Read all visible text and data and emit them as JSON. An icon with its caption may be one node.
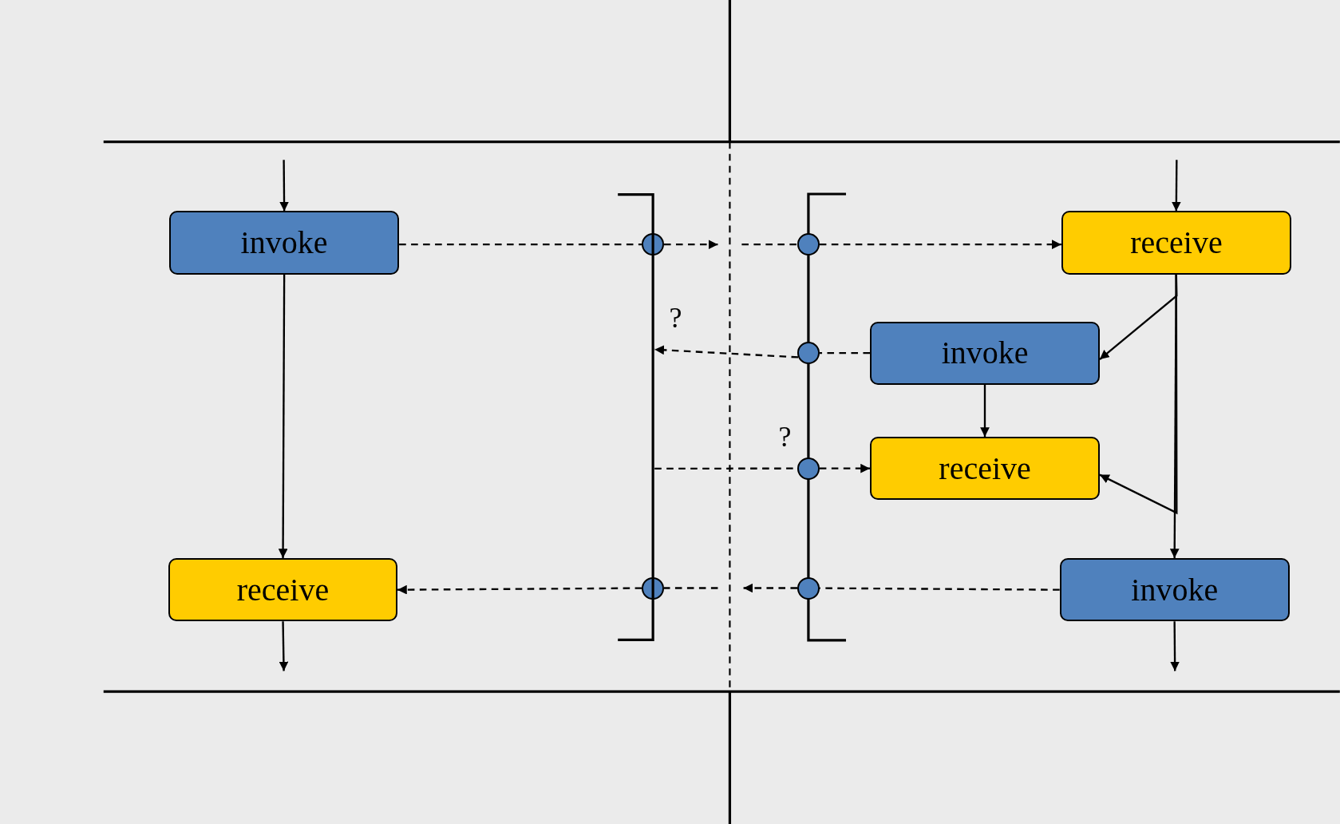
{
  "diagram": {
    "nodes": [
      {
        "text": [
          "invoke"
        ]
      },
      {
        "text": [
          "receive"
        ]
      },
      {
        "text": [
          "receive"
        ]
      },
      {
        "text": [
          "invoke"
        ]
      },
      {
        "text": [
          "receive"
        ]
      },
      {
        "text": [
          "invoke"
        ]
      },
      {
        "text": [],
        "shape": "circle"
      },
      {
        "text": [],
        "shape": "circle"
      },
      {
        "text": [],
        "shape": "circle"
      },
      {
        "text": [],
        "shape": "circle"
      },
      {
        "text": [],
        "shape": "circle"
      },
      {
        "text": [],
        "shape": "circle"
      },
      {
        "text": [],
        "shape": "bracket"
      }
    ],
    "edges": [
      {
        "from": null,
        "to": 0,
        "arrow": "to"
      },
      {
        "from": 0,
        "to": 1,
        "arrow": "to"
      },
      {
        "from": 1,
        "to": null,
        "arrow": "to"
      },
      {
        "from": 0,
        "to": 6,
        "arrow": "none",
        "style": "dashed"
      },
      {
        "from": 6,
        "to": null,
        "arrow": "to",
        "style": "dashed"
      },
      {
        "from": 7,
        "to": 2,
        "arrow": "to",
        "style": "dashed"
      },
      {
        "from": null,
        "to": 2,
        "arrow": "to"
      },
      {
        "from": 2,
        "to": 5,
        "arrow": "to"
      },
      {
        "from": 2,
        "to": 3,
        "arrow": "to"
      },
      {
        "from": 2,
        "to": 4,
        "arrow": "to"
      },
      {
        "from": 3,
        "to": 4,
        "arrow": "to"
      },
      {
        "from": 3,
        "to": 8,
        "arrow": "none",
        "style": "dashed"
      },
      {
        "from": 8,
        "to": 12,
        "arrow": "to",
        "style": "dashed"
      },
      {
        "from": 12,
        "to": 9,
        "arrow": "none",
        "style": "dashed"
      },
      {
        "from": 9,
        "to": 4,
        "arrow": "to",
        "style": "dashed"
      },
      {
        "from": 5,
        "to": 11,
        "arrow": "none",
        "style": "dashed"
      },
      {
        "from": 11,
        "to": null,
        "arrow": "to",
        "style": "dashed"
      },
      {
        "from": 10,
        "to": 1,
        "arrow": "to",
        "style": "dashed"
      },
      {
        "from": 5,
        "to": null,
        "arrow": "to"
      },
      {
        "from": null,
        "to": 7,
        "arrow": "none",
        "style": "dashed"
      },
      {
        "from": null,
        "to": 10,
        "arrow": "none",
        "style": "dashed"
      }
    ],
    "labels": [
      "?",
      "?"
    ]
  }
}
